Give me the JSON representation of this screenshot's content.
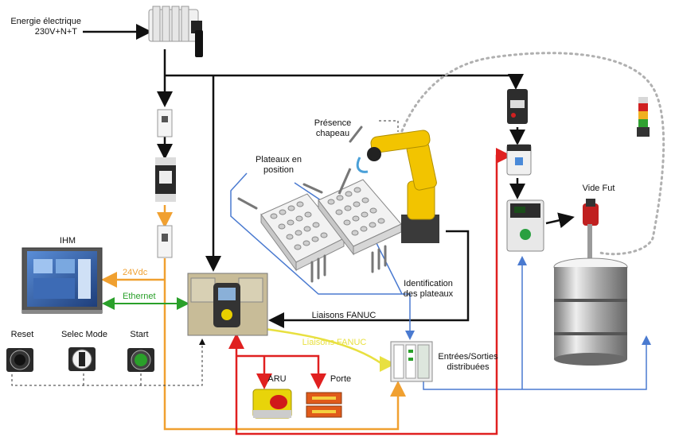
{
  "labels": {
    "energy_line1": "Energie électrique",
    "energy_line2": "230V+N+T",
    "ihm": "IHM",
    "v24": "24Vdc",
    "ethernet": "Ethernet",
    "reset": "Reset",
    "selec_mode": "Selec Mode",
    "start": "Start",
    "aru": "ARU",
    "porte": "Porte",
    "presence_line1": "Présence",
    "presence_line2": "chapeau",
    "plateaux_line1": "Plateaux en",
    "plateaux_line2": "position",
    "ident_line1": "Identification",
    "ident_line2": "des plateaux",
    "liaisons_black": "Liaisons FANUC",
    "liaisons_yellow": "Liaisons FANUC",
    "es_line1": "Entrées/Sorties",
    "es_line2": "distribuées",
    "vide_fut": "Vide Fut"
  },
  "colors": {
    "power": "#111111",
    "orange": "#f0a030",
    "green": "#2aa02a",
    "blue": "#4a7ad0",
    "red": "#e02020",
    "yellow": "#e8e040",
    "dotted": "#b0b0b0",
    "robot": "#f2c400"
  }
}
